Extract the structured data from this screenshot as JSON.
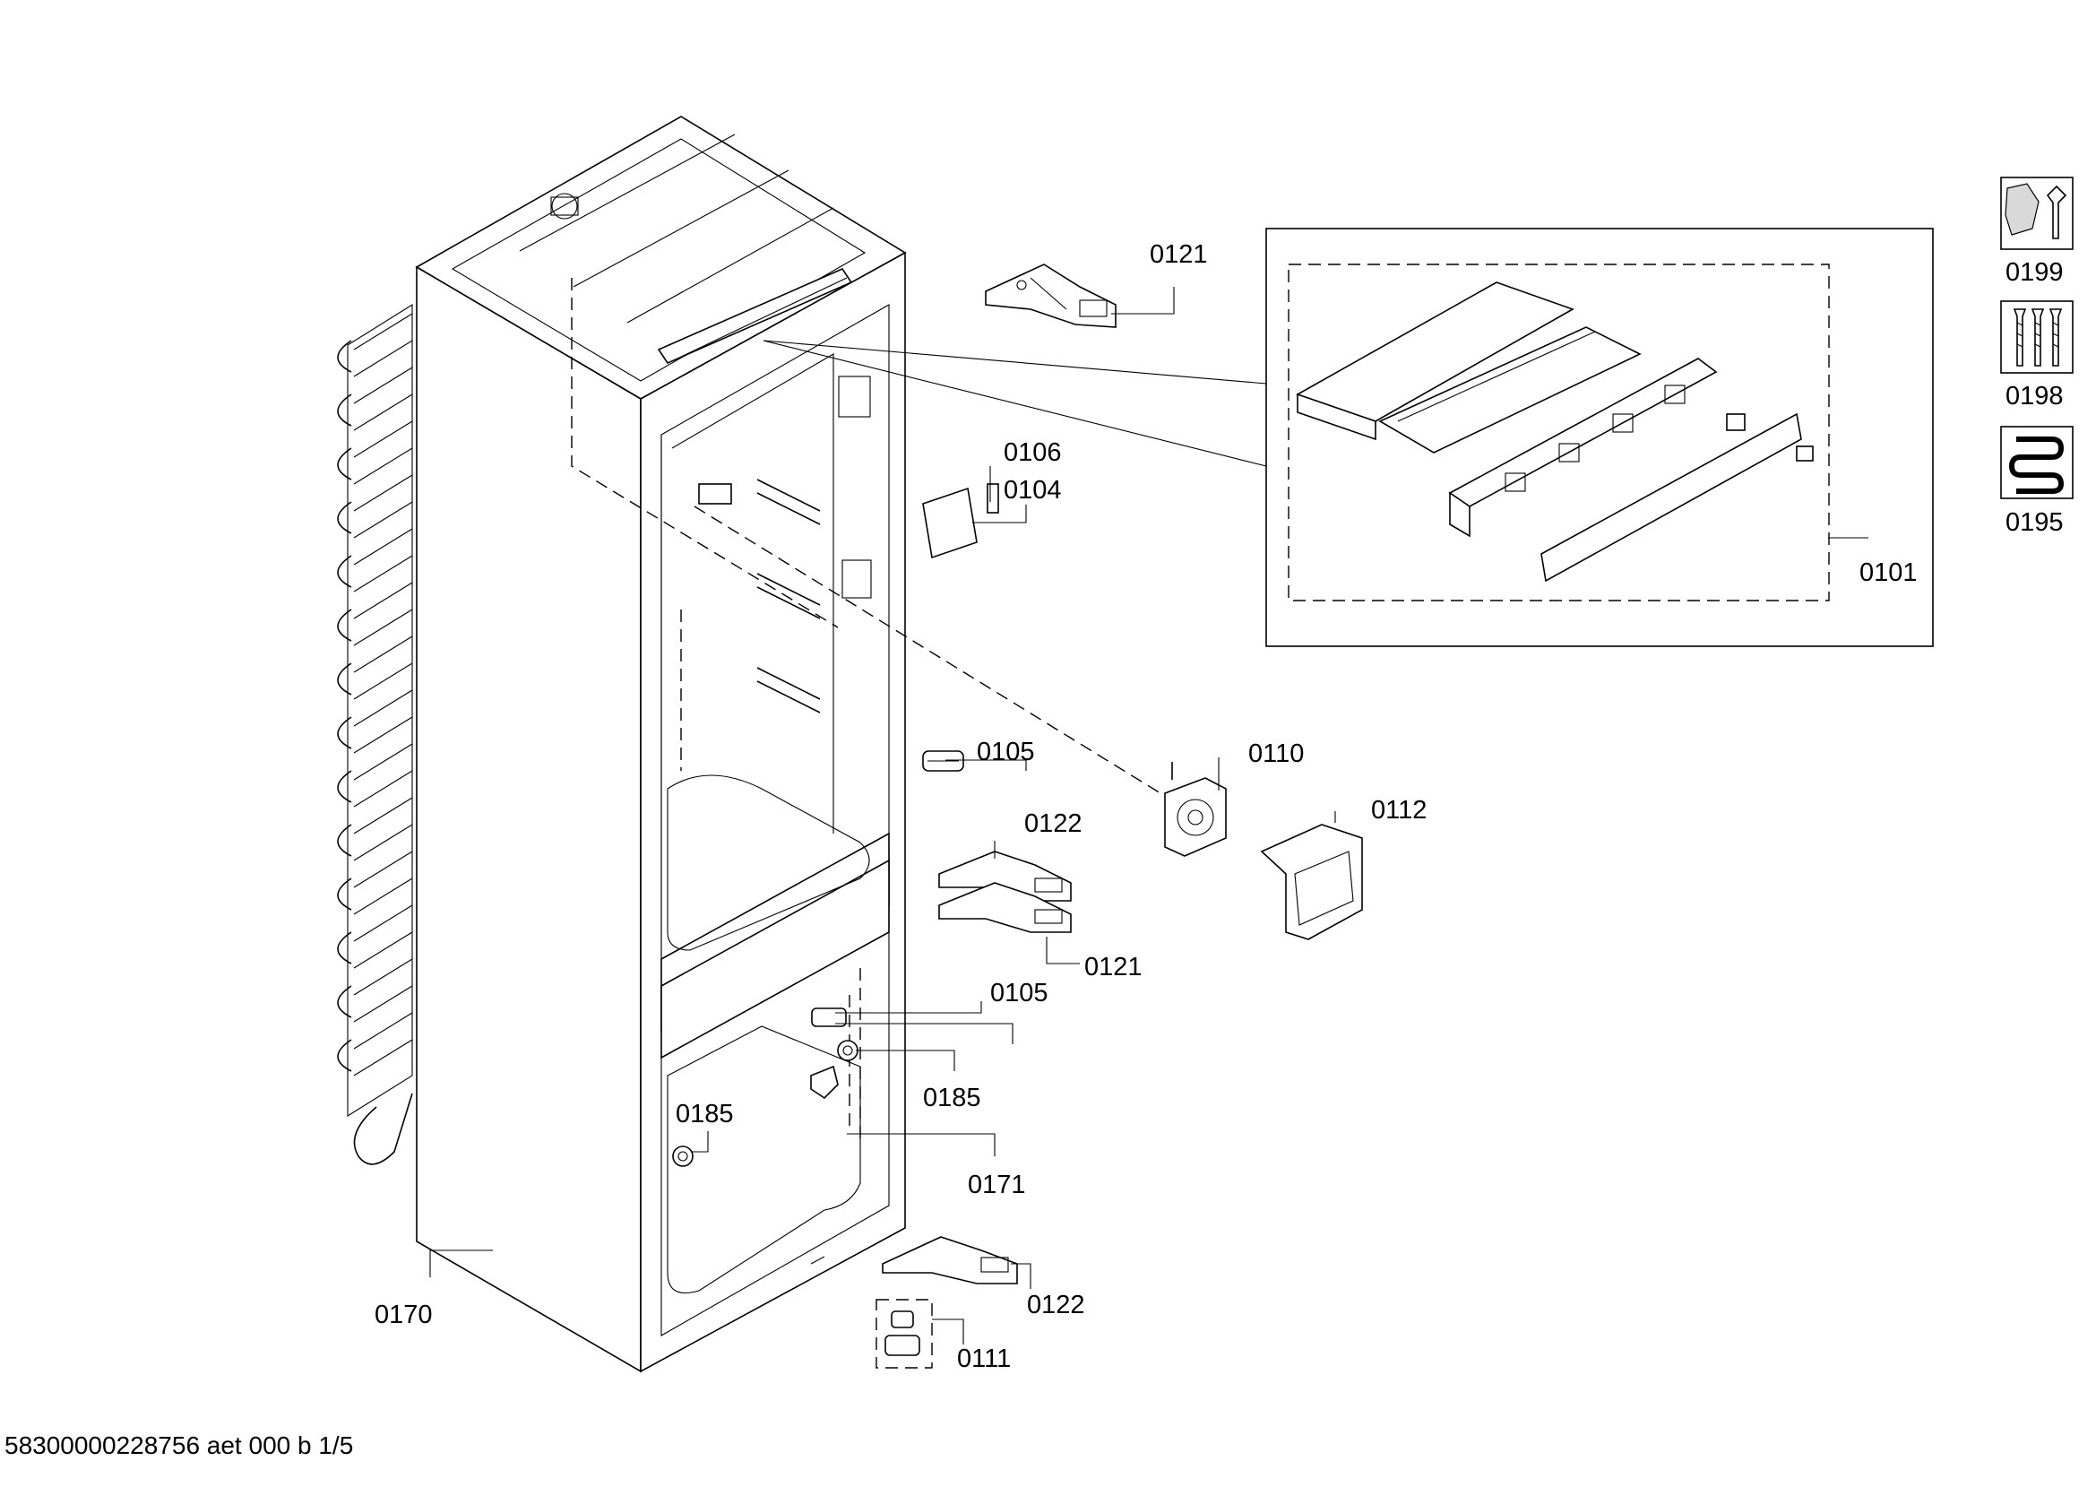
{
  "callouts": {
    "c0121_top": "0121",
    "c0106": "0106",
    "c0104": "0104",
    "c0101": "0101",
    "c0105_top": "0105",
    "c0110": "0110",
    "c0122_top": "0122",
    "c0112": "0112",
    "c0121_mid": "0121",
    "c0105_mid": "0105",
    "c0185_right": "0185",
    "c0185_left": "0185",
    "c0171": "0171",
    "c0170": "0170",
    "c0122_bottom": "0122",
    "c0111": "0111"
  },
  "icons": [
    {
      "code": "0199",
      "icon": "nut-wrench-icon"
    },
    {
      "code": "0198",
      "icon": "screws-icon"
    },
    {
      "code": "0195",
      "icon": "heating-coil-icon"
    }
  ],
  "footer": "58300000228756 aet 000 b 1/5"
}
